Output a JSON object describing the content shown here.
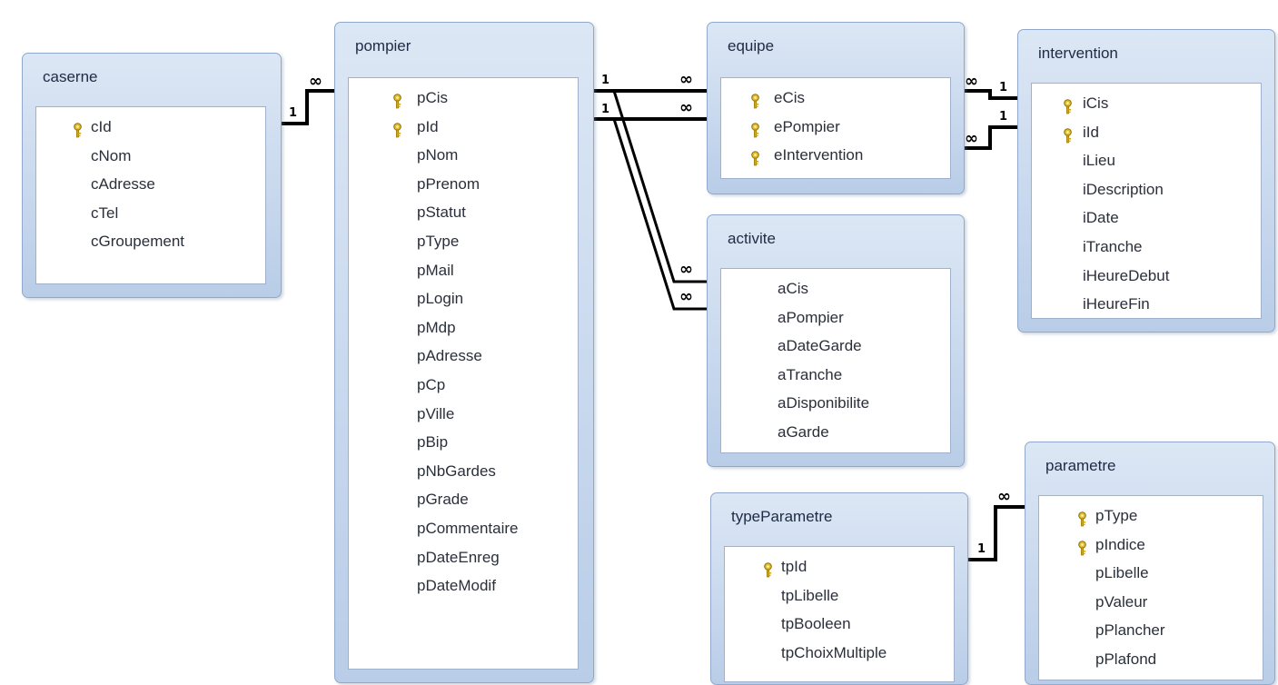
{
  "tables": {
    "caserne": {
      "title": "caserne",
      "fields": [
        {
          "name": "cId",
          "key": true
        },
        {
          "name": "cNom",
          "key": false
        },
        {
          "name": "cAdresse",
          "key": false
        },
        {
          "name": "cTel",
          "key": false
        },
        {
          "name": "cGroupement",
          "key": false
        }
      ]
    },
    "pompier": {
      "title": "pompier",
      "fields": [
        {
          "name": "pCis",
          "key": true
        },
        {
          "name": "pId",
          "key": true
        },
        {
          "name": "pNom",
          "key": false
        },
        {
          "name": "pPrenom",
          "key": false
        },
        {
          "name": "pStatut",
          "key": false
        },
        {
          "name": "pType",
          "key": false
        },
        {
          "name": "pMail",
          "key": false
        },
        {
          "name": "pLogin",
          "key": false
        },
        {
          "name": "pMdp",
          "key": false
        },
        {
          "name": "pAdresse",
          "key": false
        },
        {
          "name": "pCp",
          "key": false
        },
        {
          "name": "pVille",
          "key": false
        },
        {
          "name": "pBip",
          "key": false
        },
        {
          "name": "pNbGardes",
          "key": false
        },
        {
          "name": "pGrade",
          "key": false
        },
        {
          "name": "pCommentaire",
          "key": false
        },
        {
          "name": "pDateEnreg",
          "key": false
        },
        {
          "name": "pDateModif",
          "key": false
        }
      ]
    },
    "equipe": {
      "title": "equipe",
      "fields": [
        {
          "name": "eCis",
          "key": true
        },
        {
          "name": "ePompier",
          "key": true
        },
        {
          "name": "eIntervention",
          "key": true
        }
      ]
    },
    "intervention": {
      "title": "intervention",
      "fields": [
        {
          "name": "iCis",
          "key": true
        },
        {
          "name": "iId",
          "key": true
        },
        {
          "name": "iLieu",
          "key": false
        },
        {
          "name": "iDescription",
          "key": false
        },
        {
          "name": "iDate",
          "key": false
        },
        {
          "name": "iTranche",
          "key": false
        },
        {
          "name": "iHeureDebut",
          "key": false
        },
        {
          "name": "iHeureFin",
          "key": false
        }
      ]
    },
    "activite": {
      "title": "activite",
      "fields": [
        {
          "name": "aCis",
          "key": false
        },
        {
          "name": "aPompier",
          "key": false
        },
        {
          "name": "aDateGarde",
          "key": false
        },
        {
          "name": "aTranche",
          "key": false
        },
        {
          "name": "aDisponibilite",
          "key": false
        },
        {
          "name": "aGarde",
          "key": false
        }
      ]
    },
    "typeParametre": {
      "title": "typeParametre",
      "fields": [
        {
          "name": "tpId",
          "key": true
        },
        {
          "name": "tpLibelle",
          "key": false
        },
        {
          "name": "tpBooleen",
          "key": false
        },
        {
          "name": "tpChoixMultiple",
          "key": false
        }
      ]
    },
    "parametre": {
      "title": "parametre",
      "fields": [
        {
          "name": "pType",
          "key": true
        },
        {
          "name": "pIndice",
          "key": true
        },
        {
          "name": "pLibelle",
          "key": false
        },
        {
          "name": "pValeur",
          "key": false
        },
        {
          "name": "pPlancher",
          "key": false
        },
        {
          "name": "pPlafond",
          "key": false
        }
      ]
    }
  },
  "relationships": {
    "one_symbol": "1",
    "many_symbol": "∞"
  },
  "colors": {
    "panel": "#c9d9ee",
    "panel_border": "#8fa8cb",
    "key_icon": "#d8b21c",
    "line": "#000000"
  }
}
